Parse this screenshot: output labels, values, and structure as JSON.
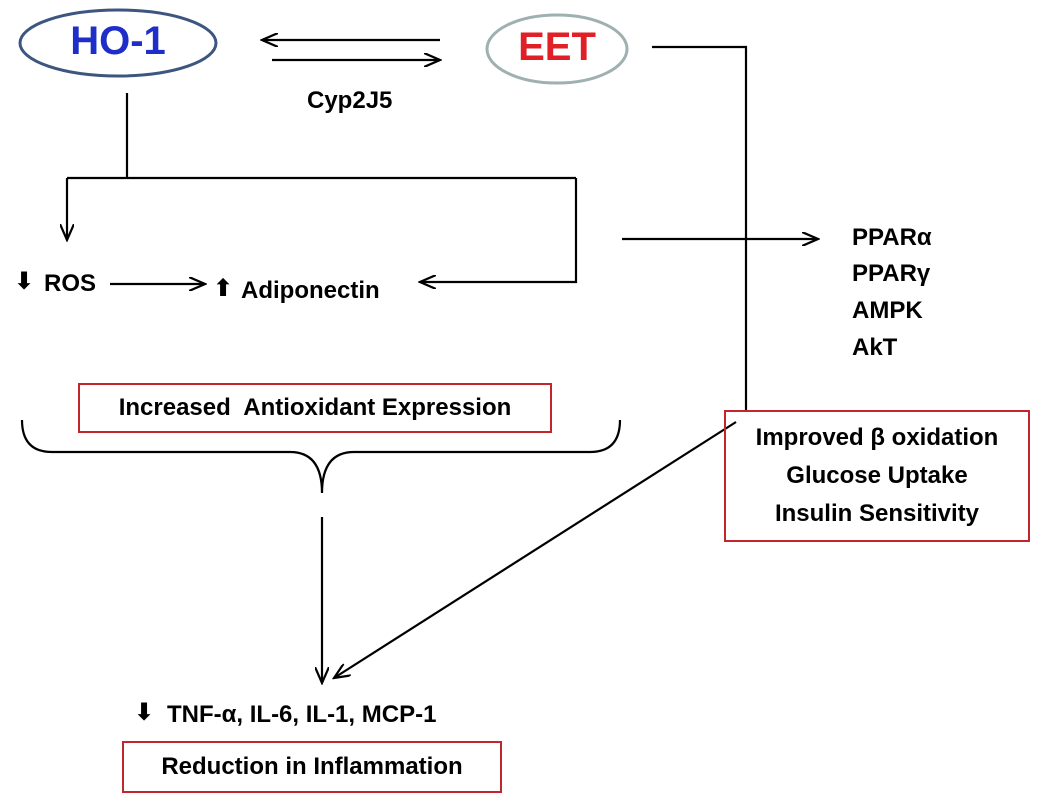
{
  "colors": {
    "ho1_text": "#1f2ec9",
    "ho1_border": "#3d567f",
    "eet_text": "#e01f26",
    "eet_border": "#9fb0b0",
    "box_border": "#c0262c",
    "line": "#000000"
  },
  "nodes": {
    "ho1": "HO-1",
    "eet": "EET"
  },
  "labels": {
    "cyp": "Cyp2J5",
    "ros": "ROS",
    "adiponectin": "Adiponectin",
    "ppara": "PPARα",
    "pparg": "PPARγ",
    "ampk": "AMPK",
    "akt": "AkT",
    "cytokines": "TNF-α, IL-6, IL-1, MCP-1"
  },
  "icons": {
    "down": "down-arrow-icon",
    "up": "up-arrow-icon"
  },
  "boxes": {
    "antioxidant": "Increased  Antioxidant Expression",
    "metabolic": [
      "Improved β oxidation",
      "Glucose Uptake",
      "Insulin Sensitivity"
    ],
    "inflammation": "Reduction in Inflammation"
  }
}
